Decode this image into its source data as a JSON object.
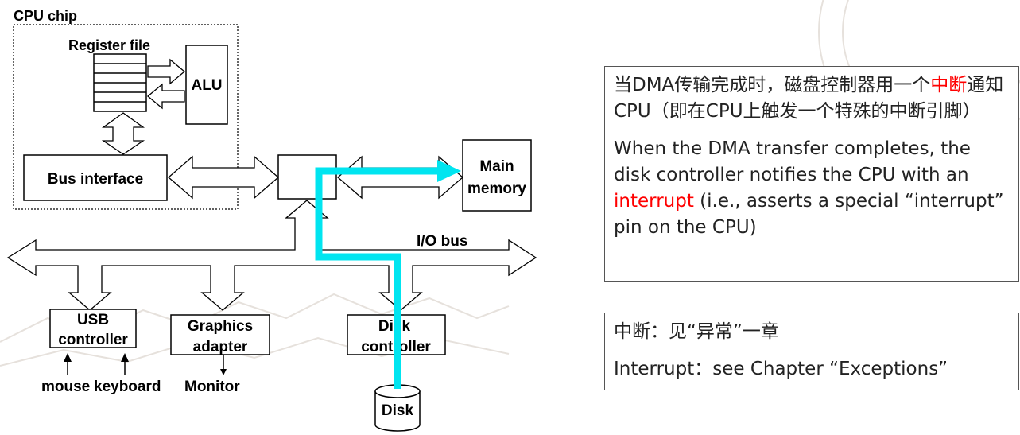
{
  "diagram": {
    "cpu_chip_label": "CPU chip",
    "register_file_label": "Register file",
    "alu_label": "ALU",
    "bus_interface_label": "Bus interface",
    "main_memory_label_line1": "Main",
    "main_memory_label_line2": "memory",
    "io_bus_label": "I/O bus",
    "usb_controller_line1": "USB",
    "usb_controller_line2": "controller",
    "graphics_adapter_line1": "Graphics",
    "graphics_adapter_line2": "adapter",
    "disk_controller_line1": "Disk",
    "disk_controller_line2": "controller",
    "mouse_label": "mouse",
    "keyboard_label": "keyboard",
    "monitor_label": "Monitor",
    "disk_label": "Disk",
    "highlight_color": "#00e5f0"
  },
  "note_box": {
    "zh_part1": "当DMA传输完成时，磁盘控制器用一个",
    "zh_highlight": "中断",
    "zh_part2": "通知CPU（即在CPU上触发一个特殊的中断引脚）",
    "en_part1": "When the DMA transfer completes, the disk controller notifies the CPU with an ",
    "en_highlight": "interrupt",
    "en_part2": " (i.e., asserts a special “interrupt” pin on the CPU)",
    "highlight_color": "#ff0000"
  },
  "interrupt_box": {
    "zh": "中断：见“异常”一章",
    "en": "Interrupt：see Chapter “Exceptions”"
  }
}
